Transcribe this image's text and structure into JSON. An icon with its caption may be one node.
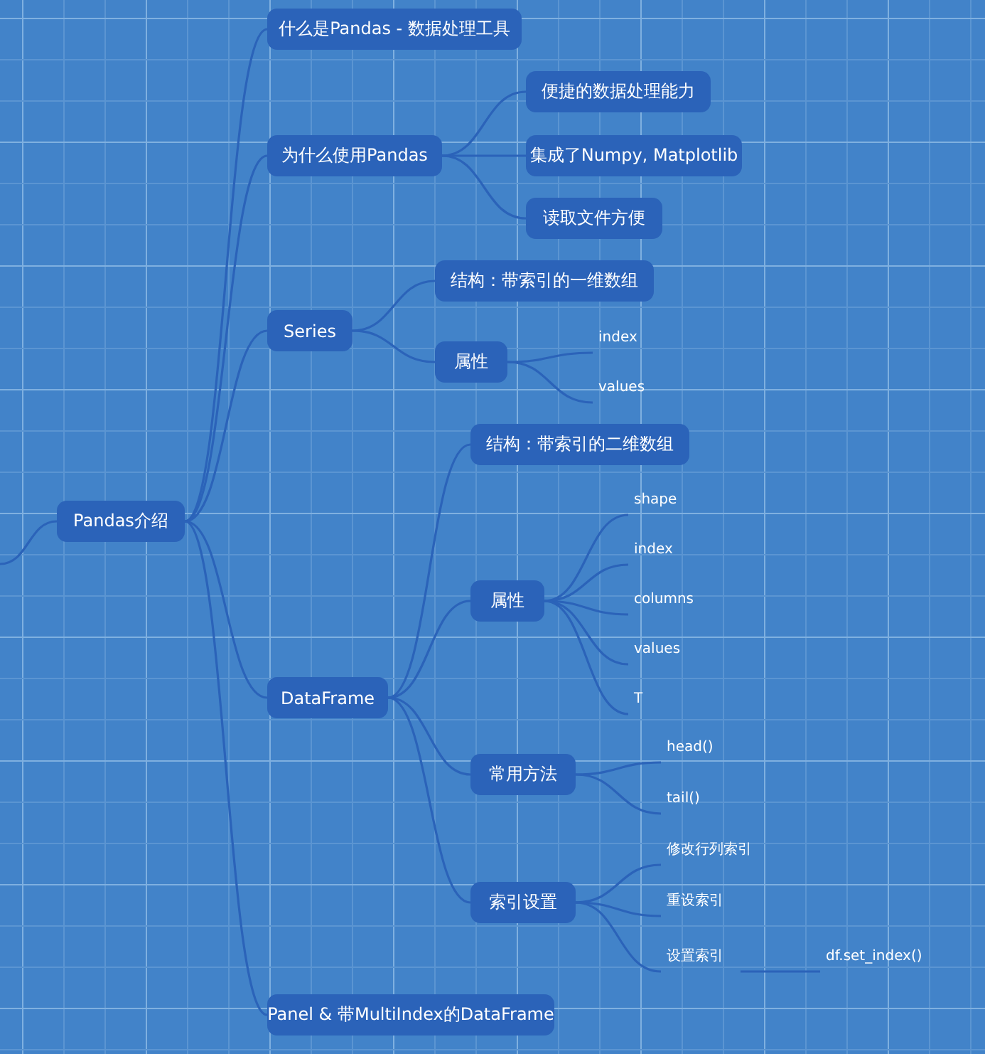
{
  "diagram": {
    "nodes": [
      {
        "text": [
          "Pandas介绍"
        ]
      },
      {
        "text": [
          "什么是Pandas - 数据处理工具"
        ]
      },
      {
        "text": [
          "为什么使用Pandas"
        ]
      },
      {
        "text": [
          "便捷的数据处理能力"
        ]
      },
      {
        "text": [
          "集成了Numpy, Matplotlib"
        ]
      },
      {
        "text": [
          "读取文件方便"
        ]
      },
      {
        "text": [
          "Series"
        ]
      },
      {
        "text": [
          "结构：带索引的一维数组"
        ]
      },
      {
        "text": [
          "属性"
        ]
      },
      {
        "text": [
          "index"
        ]
      },
      {
        "text": [
          "values"
        ]
      },
      {
        "text": [
          "DataFrame"
        ]
      },
      {
        "text": [
          "结构：带索引的二维数组"
        ]
      },
      {
        "text": [
          "属性"
        ]
      },
      {
        "text": [
          "shape"
        ]
      },
      {
        "text": [
          "index"
        ]
      },
      {
        "text": [
          "columns"
        ]
      },
      {
        "text": [
          "values"
        ]
      },
      {
        "text": [
          "T"
        ]
      },
      {
        "text": [
          "常用方法"
        ]
      },
      {
        "text": [
          "head()"
        ]
      },
      {
        "text": [
          "tail()"
        ]
      },
      {
        "text": [
          "索引设置"
        ]
      },
      {
        "text": [
          "修改行列索引"
        ]
      },
      {
        "text": [
          "重设索引"
        ]
      },
      {
        "text": [
          "设置索引"
        ]
      },
      {
        "text": [
          "df.set_index()"
        ]
      },
      {
        "text": [
          "Panel & 带MultiIndex的DataFrame"
        ]
      }
    ],
    "edges": [
      {
        "from": null,
        "to": 0,
        "arrow": "none"
      },
      {
        "from": 0,
        "to": 1,
        "arrow": "none"
      },
      {
        "from": 0,
        "to": 2,
        "arrow": "none"
      },
      {
        "from": 0,
        "to": 6,
        "arrow": "none"
      },
      {
        "from": 0,
        "to": 11,
        "arrow": "none"
      },
      {
        "from": 0,
        "to": 27,
        "arrow": "none"
      },
      {
        "from": 2,
        "to": 3,
        "arrow": "none"
      },
      {
        "from": 2,
        "to": 4,
        "arrow": "none"
      },
      {
        "from": 2,
        "to": 5,
        "arrow": "none"
      },
      {
        "from": 6,
        "to": 7,
        "arrow": "none"
      },
      {
        "from": 6,
        "to": 8,
        "arrow": "none"
      },
      {
        "from": 8,
        "to": 9,
        "arrow": "none"
      },
      {
        "from": 8,
        "to": 10,
        "arrow": "none"
      },
      {
        "from": 11,
        "to": 12,
        "arrow": "none"
      },
      {
        "from": 11,
        "to": 13,
        "arrow": "none"
      },
      {
        "from": 11,
        "to": 19,
        "arrow": "none"
      },
      {
        "from": 11,
        "to": 22,
        "arrow": "none"
      },
      {
        "from": 13,
        "to": 14,
        "arrow": "none"
      },
      {
        "from": 13,
        "to": 15,
        "arrow": "none"
      },
      {
        "from": 13,
        "to": 16,
        "arrow": "none"
      },
      {
        "from": 13,
        "to": 17,
        "arrow": "none"
      },
      {
        "from": 13,
        "to": 18,
        "arrow": "none"
      },
      {
        "from": 19,
        "to": 20,
        "arrow": "none"
      },
      {
        "from": 19,
        "to": 21,
        "arrow": "none"
      },
      {
        "from": 22,
        "to": 23,
        "arrow": "none"
      },
      {
        "from": 22,
        "to": 24,
        "arrow": "none"
      },
      {
        "from": 22,
        "to": 25,
        "arrow": "none"
      },
      {
        "from": 25,
        "to": 26,
        "arrow": "none"
      }
    ]
  }
}
